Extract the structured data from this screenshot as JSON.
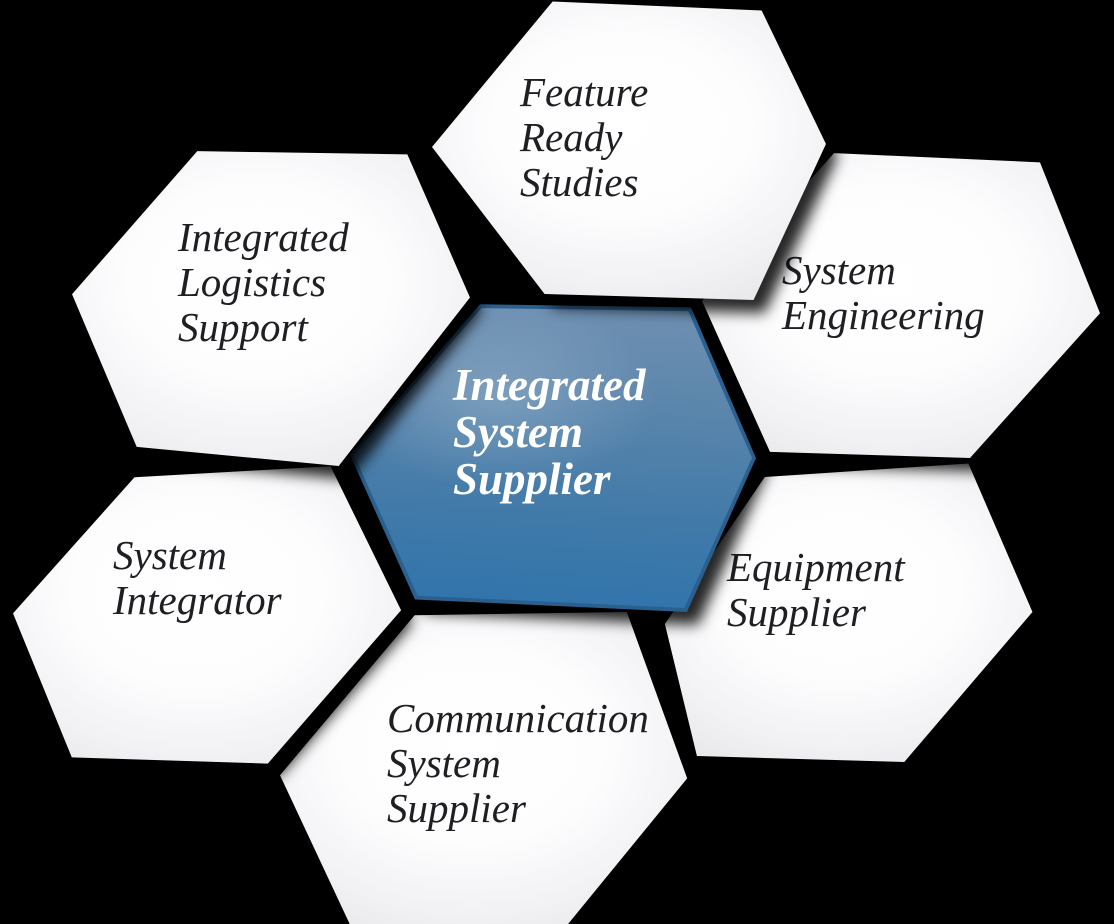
{
  "diagram": {
    "background_color": "#000000",
    "satellite_text_color": "#1e1e23",
    "satellite_fill": "#ffffff",
    "shadow_color": "#000000",
    "center_hexagon": {
      "label": "Integrated System Supplier",
      "lines": [
        "Integrated",
        "System",
        "Supplier"
      ],
      "text_color": "#ffffff",
      "fill_top": "#7191b3",
      "fill_bottom": "#2f74ac",
      "rim_color": "#2b5f8e"
    },
    "hexagons": [
      {
        "label": "Feature Ready Studies",
        "lines": [
          "Feature",
          "Ready",
          "Studies"
        ]
      },
      {
        "label": "Integrated Logistics Support",
        "lines": [
          "Integrated",
          "Logistics",
          "Support"
        ]
      },
      {
        "label": "System Engineering",
        "lines": [
          "System",
          "Engineering"
        ]
      },
      {
        "label": "System Integrator",
        "lines": [
          "System",
          "Integrator"
        ]
      },
      {
        "label": "Equipment Supplier",
        "lines": [
          "Equipment",
          "Supplier"
        ]
      },
      {
        "label": "Communication System Supplier",
        "lines": [
          "Communication",
          "System",
          "Supplier"
        ]
      }
    ]
  }
}
